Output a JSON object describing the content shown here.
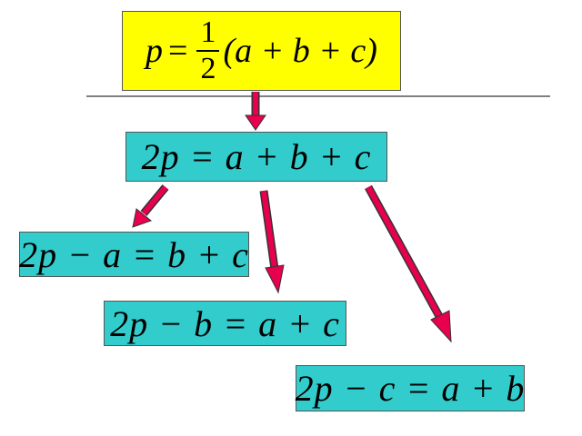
{
  "top_formula": {
    "lhs": "p",
    "equals": "=",
    "numerator": "1",
    "denominator": "2",
    "rhs": "(a + b + c)"
  },
  "perimeter": {
    "text": "2p = a + b + c"
  },
  "derived": [
    {
      "text": "2p − a = b + c"
    },
    {
      "text": "2p − b = a + c"
    },
    {
      "text": "2p − c = a + b"
    }
  ],
  "colors": {
    "formula_box": "#ffff00",
    "equation_box": "#33cccc",
    "arrow": "#e8004f",
    "divider": "#808080"
  }
}
